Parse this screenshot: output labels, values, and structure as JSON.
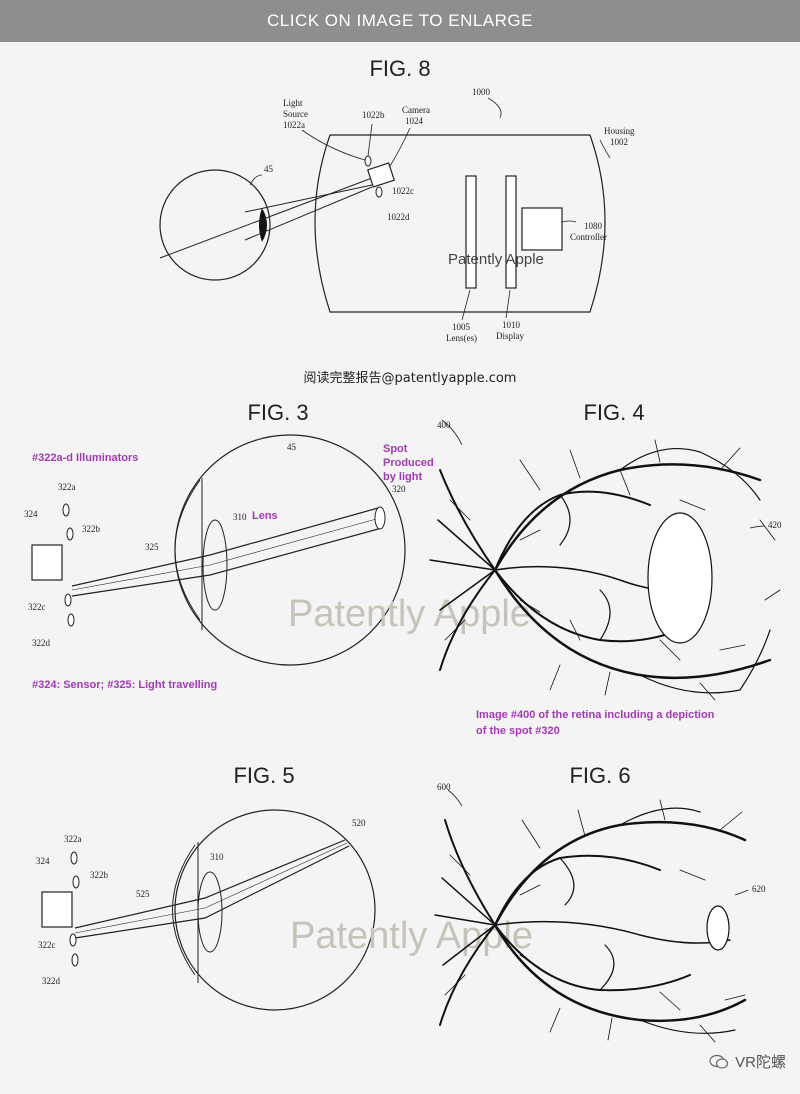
{
  "banner": "CLICK ON IMAGE TO ENLARGE",
  "fig8": {
    "title": "FIG. 8",
    "ref_system": "1000",
    "ref_eye": "45",
    "light_source": [
      "Light",
      "Source",
      "1022a"
    ],
    "camera": [
      "Camera",
      "1024"
    ],
    "ref_1022b": "1022b",
    "ref_1022c": "1022c",
    "ref_1022d": "1022d",
    "housing": [
      "Housing",
      "1002"
    ],
    "controller": [
      "1080",
      "Controller"
    ],
    "lens": [
      "1005",
      "Lens(es)"
    ],
    "display": [
      "1010",
      "Display"
    ],
    "watermark": "Patently Apple"
  },
  "email_line": "阅读完整报告@patentlyapple.com",
  "fig3": {
    "title": "FIG. 3",
    "caption_illuminators": "#322a-d Illuminators",
    "caption_sensor": "#324: Sensor; #325: Light travelling",
    "lens_label": "Lens",
    "spot_label": [
      "Spot",
      "Produced",
      "by light"
    ],
    "refs": {
      "eye": "45",
      "r322a": "322a",
      "r322b": "322b",
      "r322c": "322c",
      "r322d": "322d",
      "sensor": "324",
      "light": "325",
      "lens": "310",
      "spot": "320"
    },
    "watermark": "Patently Apple"
  },
  "fig4": {
    "title": "FIG. 4",
    "ref_image": "400",
    "ref_spot": "420",
    "caption": [
      "Image #400 of the retina including a depiction",
      "of the spot #320"
    ]
  },
  "fig5": {
    "title": "FIG. 5",
    "refs": {
      "r322a": "322a",
      "r322b": "322b",
      "r322c": "322c",
      "r322d": "322d",
      "sensor": "324",
      "light": "525",
      "lens": "310",
      "spot": "520"
    },
    "watermark": "Patently Apple"
  },
  "fig6": {
    "title": "FIG. 6",
    "ref_image": "600",
    "ref_spot": "620"
  },
  "source_watermark": "VR陀螺",
  "colors": {
    "purple": "#a23ab5",
    "line": "#222222",
    "banner": "#8e8e8e"
  }
}
